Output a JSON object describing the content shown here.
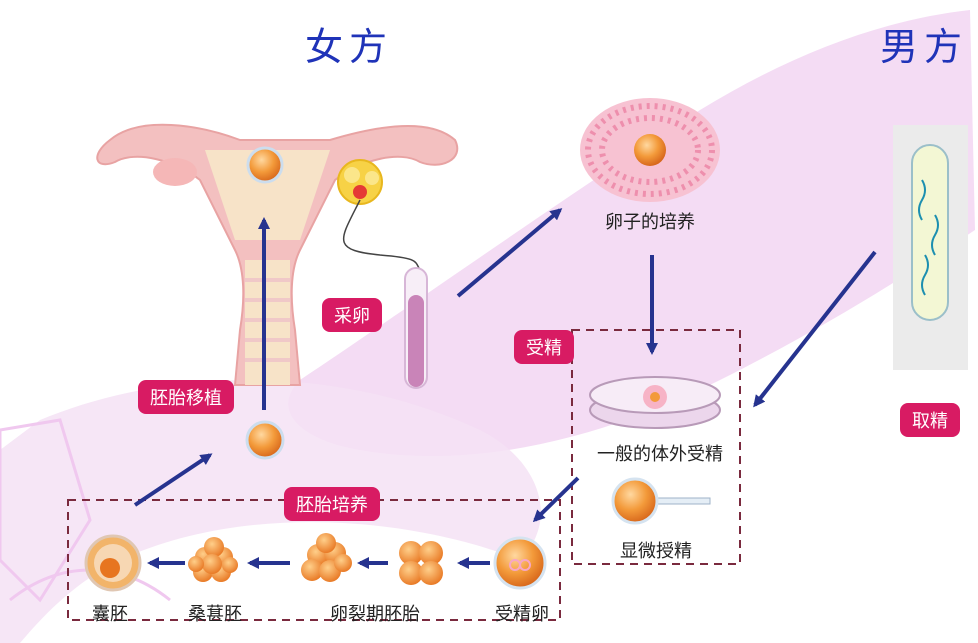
{
  "titles": {
    "female": "女方",
    "male": "男方"
  },
  "steps": {
    "egg_retrieval": "采卵",
    "embryo_transfer": "胚胎移植",
    "fertilization": "受精",
    "embryo_culture": "胚胎培养",
    "sperm_collection": "取精"
  },
  "labels": {
    "egg_culture": "卵子的培养",
    "ivf": "一般的体外受精",
    "icsi": "显微授精",
    "zygote": "受精卵",
    "cleavage": "卵裂期胚胎",
    "morula": "桑葚胚",
    "blastocyst": "囊胚"
  },
  "colors": {
    "title_blue": "#1f33b8",
    "tag_magenta": "#d81b63",
    "arrow_navy": "#26338f",
    "background_pink": "#f1d5f0",
    "uterus_pink": "#f0b8b8",
    "egg_orange": "#f08a2e",
    "dash_maroon": "#7a2a3e"
  }
}
